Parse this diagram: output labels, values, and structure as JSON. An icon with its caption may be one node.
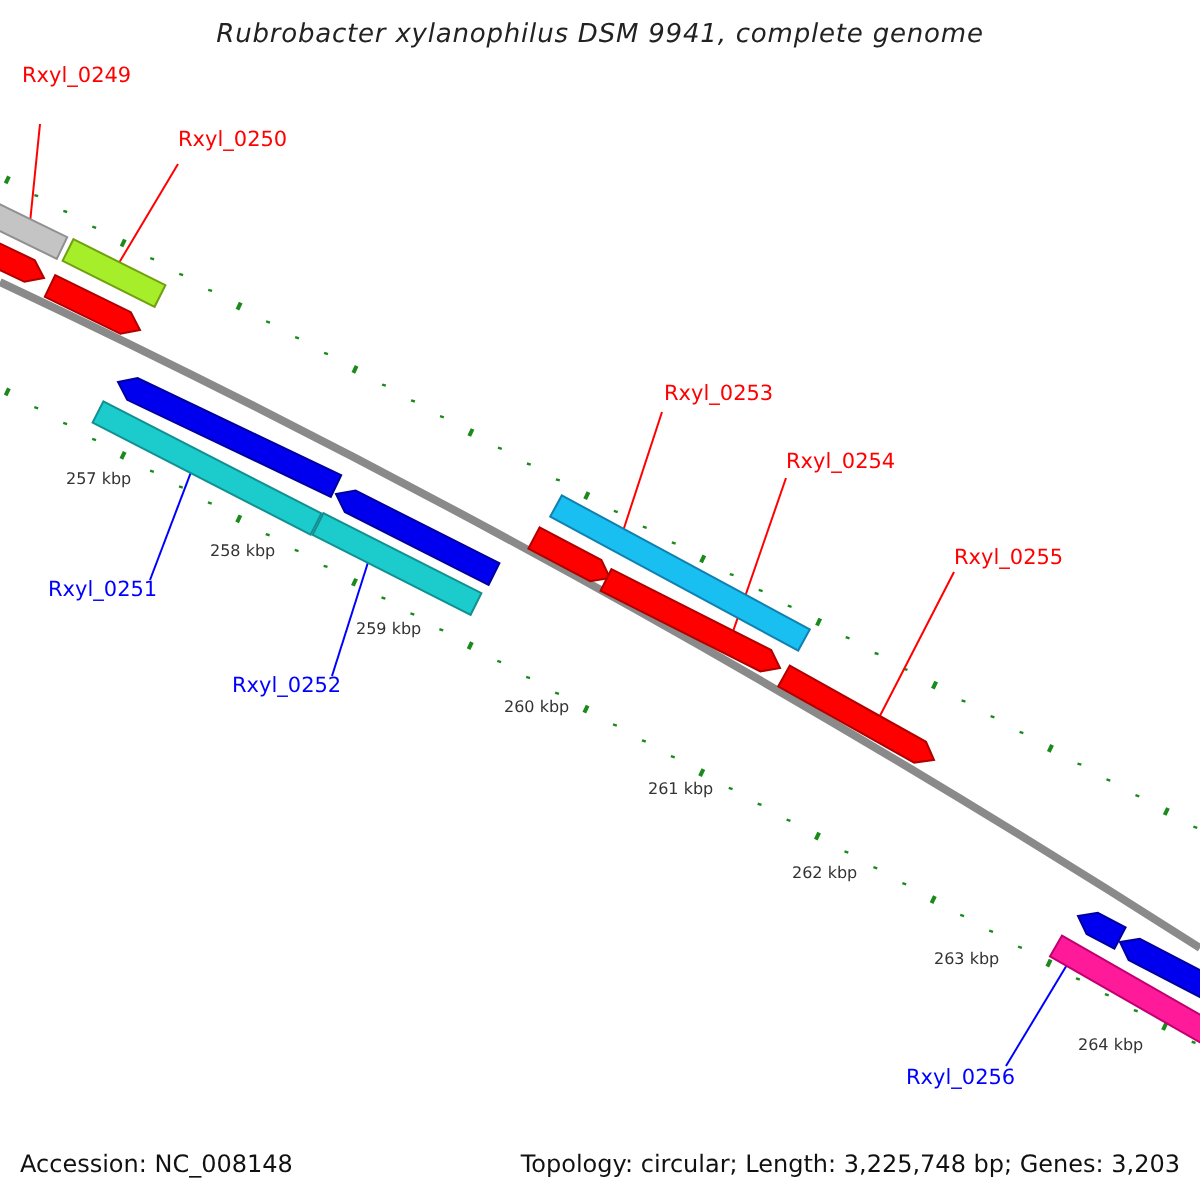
{
  "diagram": {
    "title": "Rubrobacter xylanophilus DSM 9941, complete genome",
    "nodes": [
      {
        "text": [
          "Rxyl_0249"
        ]
      },
      {
        "text": [
          "Rxyl_0250"
        ]
      },
      {
        "text": [
          "Rxyl_0253"
        ]
      },
      {
        "text": [
          "Rxyl_0254"
        ]
      },
      {
        "text": [
          "Rxyl_0255"
        ]
      },
      {
        "text": [
          "Rxyl_0251"
        ]
      },
      {
        "text": [
          "Rxyl_0252"
        ]
      },
      {
        "text": [
          "Rxyl_0256"
        ]
      },
      {
        "text": [],
        "shape": "bar"
      },
      {
        "text": [],
        "shape": "pentagon"
      },
      {
        "text": [],
        "shape": "pentagon"
      },
      {
        "text": [],
        "shape": "bar"
      },
      {
        "text": [],
        "shape": "bar"
      },
      {
        "text": [],
        "shape": "pentagon"
      },
      {
        "text": [],
        "shape": "bar"
      },
      {
        "text": [],
        "shape": "pentagon"
      },
      {
        "text": [],
        "shape": "pentagon"
      },
      {
        "text": [],
        "shape": "bar"
      },
      {
        "text": [],
        "shape": "pentagon"
      },
      {
        "text": [],
        "shape": "pentagon"
      },
      {
        "text": [],
        "shape": "bar"
      },
      {
        "text": [],
        "shape": "pentagon"
      },
      {
        "text": [],
        "shape": "pentagon"
      }
    ],
    "edges": [
      {
        "from": 0,
        "to": 8,
        "arrow": "none"
      },
      {
        "from": 1,
        "to": 11,
        "arrow": "none"
      },
      {
        "from": 2,
        "to": 17,
        "arrow": "none"
      },
      {
        "from": 3,
        "to": 18,
        "arrow": "none"
      },
      {
        "from": 4,
        "to": 19,
        "arrow": "none"
      },
      {
        "from": 5,
        "to": 12,
        "arrow": "none",
        "color": "#0000ff"
      },
      {
        "from": 6,
        "to": 14,
        "arrow": "none",
        "color": "#0000ff"
      },
      {
        "from": 7,
        "to": 20,
        "arrow": "none",
        "color": "#0000ff"
      }
    ],
    "labels": [
      "257 kbp",
      "258 kbp",
      "259 kbp",
      "260 kbp",
      "261 kbp",
      "262 kbp",
      "263 kbp",
      "264 kbp",
      "Accession: NC_008148",
      "Topology: circular; Length: 3,225,748 bp; Genes: 3,203"
    ]
  }
}
